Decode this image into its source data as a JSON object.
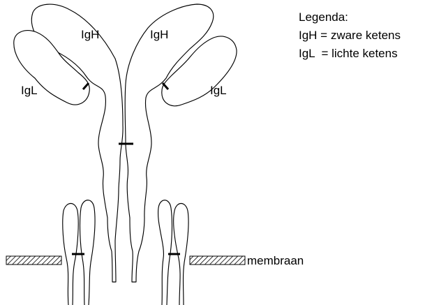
{
  "labels": {
    "heavy_left": "IgH",
    "heavy_right": "IgH",
    "light_left": "IgL",
    "light_right": "IgL",
    "membrane": "membraan"
  },
  "legend": {
    "title": "Legenda:",
    "line1": "IgH = zware ketens",
    "line2": "IgL  = lichte ketens"
  }
}
